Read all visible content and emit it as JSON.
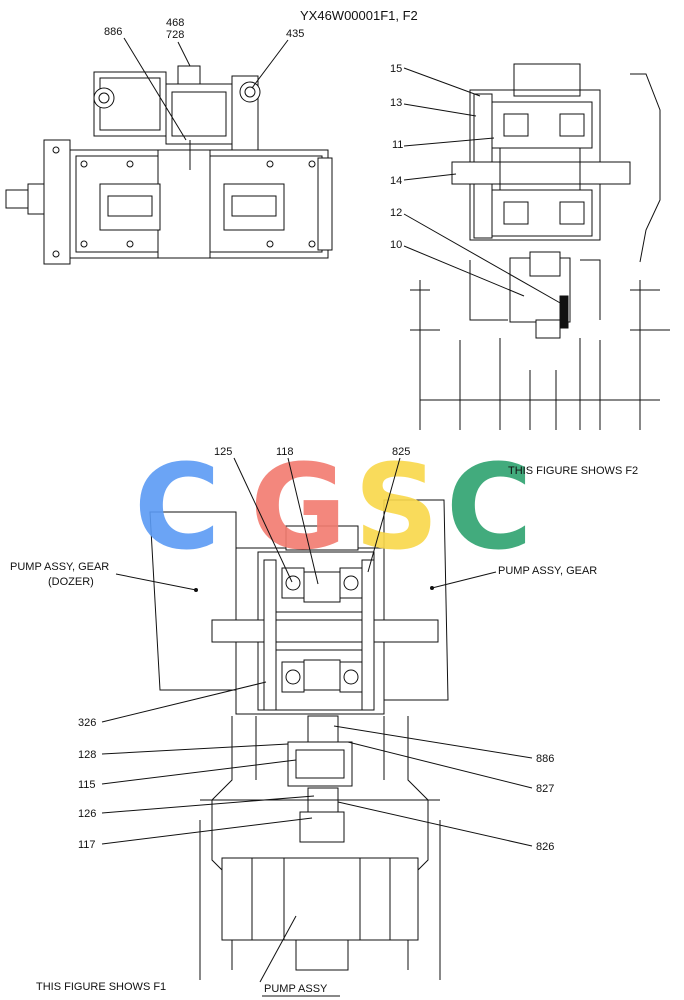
{
  "title": "YX46W00001F1, F2",
  "watermark": {
    "letters": [
      "C",
      "G",
      "S",
      "C"
    ],
    "colors": [
      "#5b9bf5",
      "#f27b6f",
      "#f9d84a",
      "#2ea36f"
    ]
  },
  "top_left_view": {
    "callouts": [
      "886",
      "468",
      "728",
      "435"
    ]
  },
  "top_right_view": {
    "callouts": [
      "15",
      "13",
      "11",
      "14",
      "12",
      "10"
    ]
  },
  "bottom_view": {
    "callouts_top": [
      "125",
      "118",
      "825"
    ],
    "callouts_left": [
      "326",
      "128",
      "115",
      "126",
      "117"
    ],
    "callouts_right": [
      "886",
      "827",
      "826"
    ],
    "label_left_line1": "PUMP ASSY, GEAR",
    "label_left_line2": "(DOZER)",
    "label_right": "PUMP ASSY, GEAR",
    "note_f2": "THIS FIGURE SHOWS  F2",
    "note_f1": "THIS FIGURE SHOWS  F1",
    "pump_assy": "PUMP  ASSY"
  }
}
